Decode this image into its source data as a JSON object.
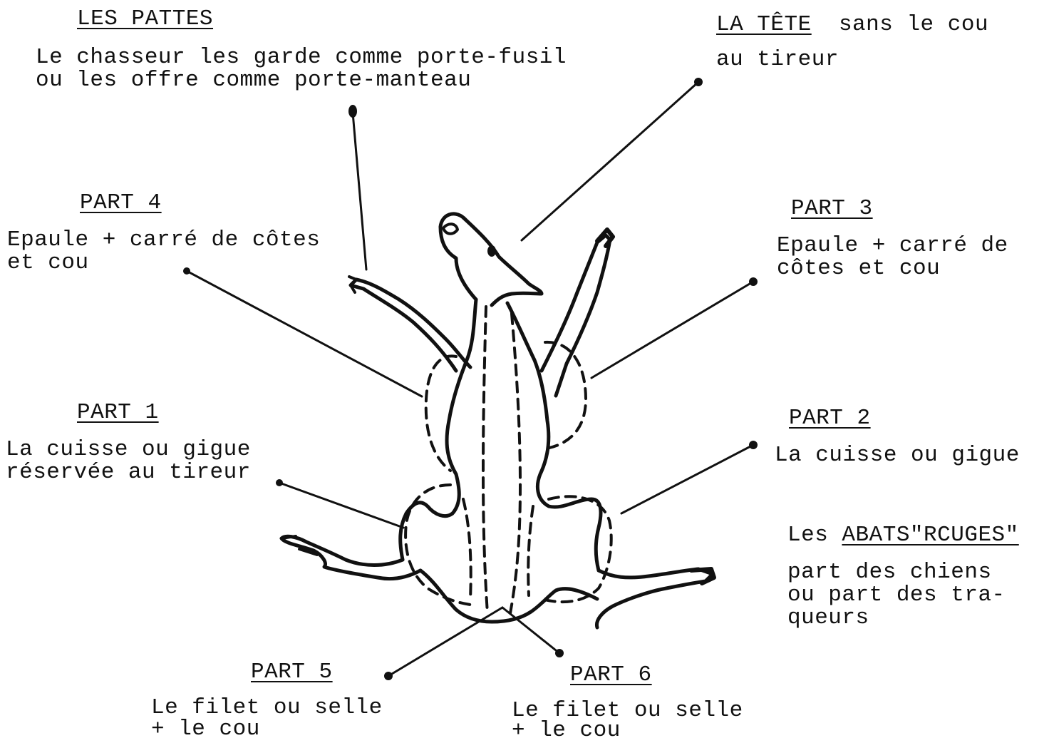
{
  "labels": {
    "pattes": {
      "title": "LES PATTES",
      "line1": "Le chasseur les garde comme porte-fusil",
      "line2": "ou les offre comme porte-manteau"
    },
    "tete": {
      "title": "LA TÊTE",
      "title_suffix": "  sans le cou",
      "line1": "au tireur"
    },
    "part4": {
      "title": "PART 4",
      "line1": "Epaule + carré de côtes",
      "line2": "et cou"
    },
    "part3": {
      "title": "PART 3",
      "line1": "Epaule + carré de",
      "line2": "côtes et cou"
    },
    "part1": {
      "title": "PART 1",
      "line1": "La cuisse ou gigue",
      "line2": "réservée au tireur"
    },
    "part2": {
      "title": "PART 2",
      "line1": "La cuisse ou gigue"
    },
    "abats": {
      "prefix": "Les ",
      "title": "ABATS\"RCUGES\"",
      "line1": "part des chiens",
      "line2": "ou part des tra-",
      "line3": "queurs"
    },
    "part5": {
      "title": "PART 5",
      "line1": "Le filet ou selle",
      "line2": "+ le cou"
    },
    "part6": {
      "title": "PART 6",
      "line1": "Le filet ou selle",
      "line2": "+ le cou"
    }
  },
  "colors": {
    "ink": "#111111",
    "paper": "#ffffff"
  }
}
